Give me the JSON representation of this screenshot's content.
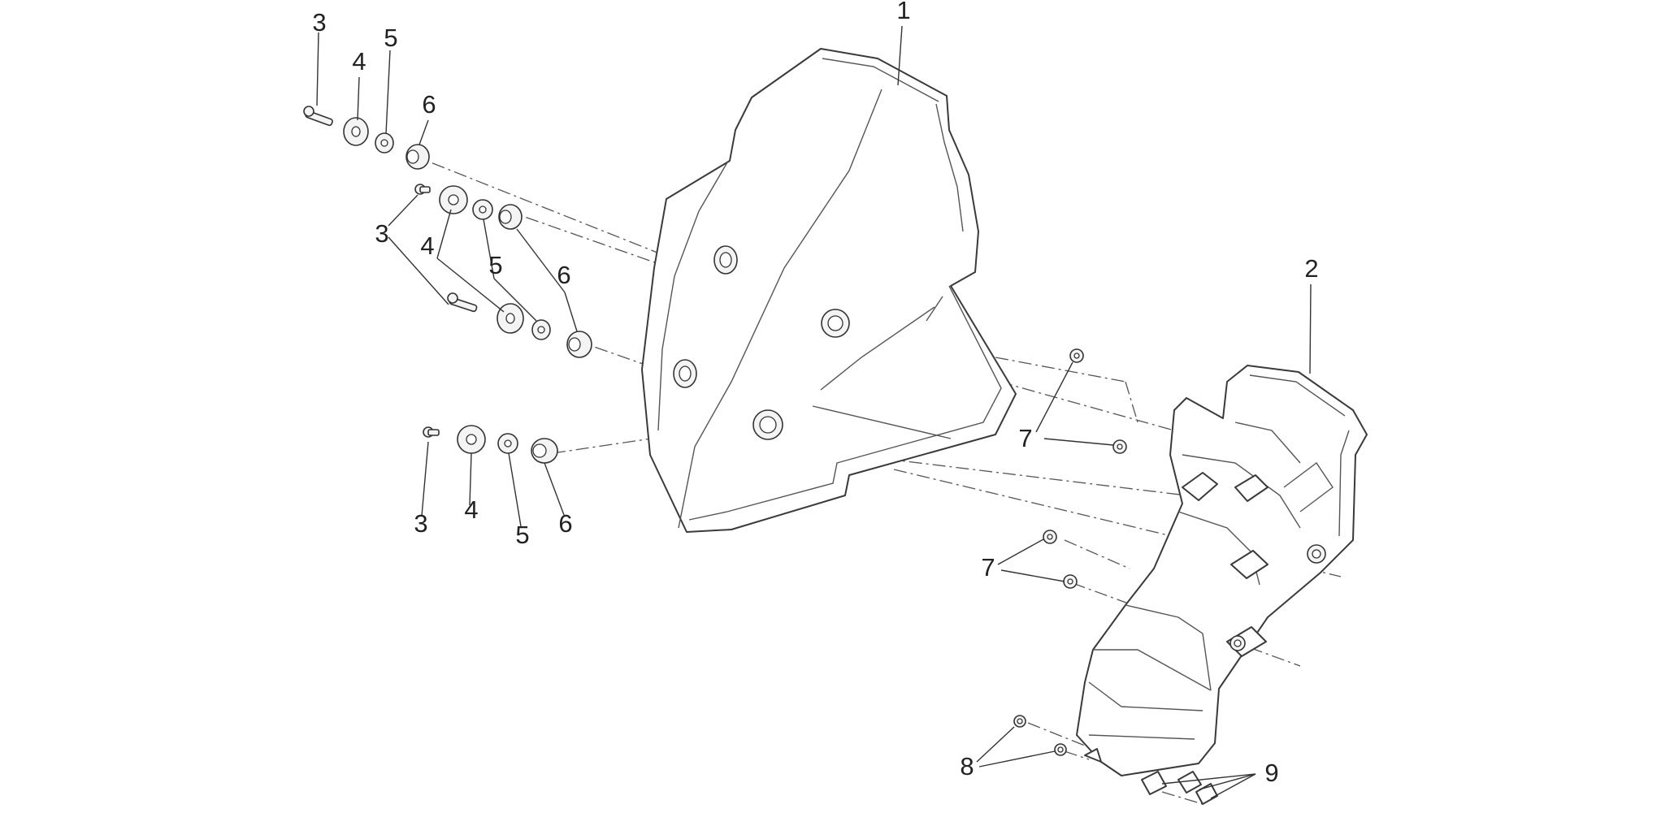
{
  "diagram": {
    "type": "exploded-parts-diagram",
    "callouts": [
      {
        "id": "c1",
        "text": "1"
      },
      {
        "id": "c2",
        "text": "2"
      },
      {
        "id": "c3a",
        "text": "3"
      },
      {
        "id": "c4a",
        "text": "4"
      },
      {
        "id": "c5a",
        "text": "5"
      },
      {
        "id": "c6a",
        "text": "6"
      },
      {
        "id": "c3b",
        "text": "3"
      },
      {
        "id": "c4b",
        "text": "4"
      },
      {
        "id": "c5b",
        "text": "5"
      },
      {
        "id": "c6b",
        "text": "6"
      },
      {
        "id": "c3c",
        "text": "3"
      },
      {
        "id": "c4c",
        "text": "4"
      },
      {
        "id": "c5c",
        "text": "5"
      },
      {
        "id": "c6c",
        "text": "6"
      },
      {
        "id": "c7a",
        "text": "7"
      },
      {
        "id": "c7b",
        "text": "7"
      },
      {
        "id": "c8",
        "text": "8"
      },
      {
        "id": "c9",
        "text": "9"
      }
    ],
    "colors": {
      "line": "#3a3a3a",
      "background": "#ffffff"
    }
  }
}
